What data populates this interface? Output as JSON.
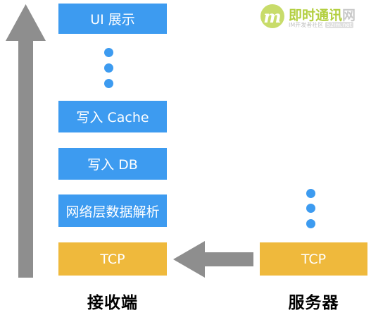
{
  "receiver": {
    "stack": [
      {
        "id": "ui",
        "label": "UI 展示"
      },
      {
        "id": "cache",
        "label": "写入 Cache"
      },
      {
        "id": "db",
        "label": "写入 DB"
      },
      {
        "id": "parse",
        "label": "网络层数据解析"
      },
      {
        "id": "tcp",
        "label": "TCP"
      }
    ],
    "caption": "接收端"
  },
  "server": {
    "stack": [
      {
        "id": "tcp",
        "label": "TCP"
      }
    ],
    "caption": "服务器"
  },
  "watermark": {
    "mark": "m",
    "name": "即时通讯",
    "name_suffix": "网",
    "tagline": "IM开发者社区",
    "site": "52im.net"
  },
  "colors": {
    "layer": "#3d9bf0",
    "transport": "#efb93c",
    "arrow": "#8e8e8e"
  }
}
